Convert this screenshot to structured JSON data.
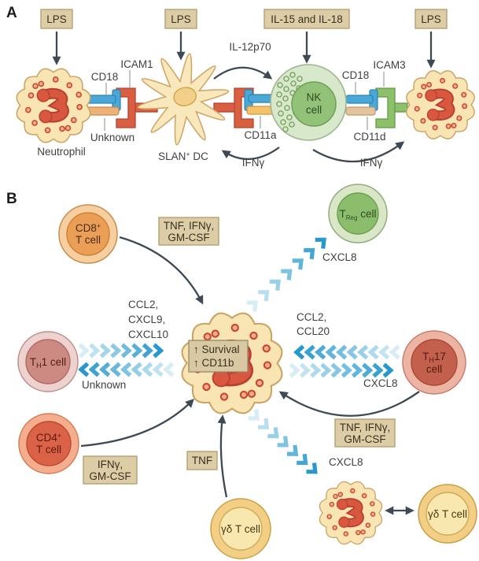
{
  "figure": {
    "panel_a_label": "A",
    "panel_b_label": "B"
  },
  "panelA": {
    "lps_left": "LPS",
    "lps_mid": "LPS",
    "il15_il18": "IL-15 and IL-18",
    "lps_right": "LPS",
    "neutrophil_label": "Neutrophil",
    "cd18_left": "CD18",
    "icam1": "ICAM1",
    "unknown": "Unknown",
    "slan_pre": "SLAN",
    "slan_sup": "+",
    "slan_post": " DC",
    "il12p70": "IL-12p70",
    "cd11a": "CD11a",
    "ifng_left": "IFNγ",
    "nk_line1": "NK",
    "nk_line2": "cell",
    "cd18_right": "CD18",
    "icam3": "ICAM3",
    "cd11d": "CD11d",
    "ifng_right": "IFNγ"
  },
  "panelB": {
    "cd8_pre": "CD8",
    "cd8_sup": "+",
    "cd8_line2": "T cell",
    "cd8_box_line1": "TNF, IFNγ,",
    "cd8_box_line2": "GM-CSF",
    "treg_pre": "T",
    "treg_sub": "Reg",
    "treg_post": " cell",
    "cxcl8_treg": "CXCL8",
    "ccl2": "CCL2,",
    "cxcl9": "CXCL9,",
    "cxcl10": "CXCL10",
    "th1_pre": "T",
    "th1_sub": "H",
    "th1_post": "1 cell",
    "unknown": "Unknown",
    "survival_line1": "↑ Survival",
    "survival_line2": "↑ CD11b",
    "ccl2b": "CCL2,",
    "ccl20": "CCL20",
    "cxcl8_th17": "CXCL8",
    "th17_pre": "T",
    "th17_sub": "H",
    "th17_post": "17",
    "th17_line2": "cell",
    "th17_box_line1": "TNF, IFNγ,",
    "th17_box_line2": "GM-CSF",
    "cd4_pre": "CD4",
    "cd4_sup": "+",
    "cd4_line2": "T cell",
    "cd4_box_line1": "IFNγ,",
    "cd4_box_line2": "GM-CSF",
    "tnf": "TNF",
    "cxcl8_gd": "CXCL8",
    "gd_bottom_label": "γδ T cell",
    "gd_right_label": "γδ T cell"
  },
  "colors": {
    "chevron_light": "#d6edf6",
    "chevron_dark": "#2698cc",
    "arrow": "#3d4a54",
    "box_fill": "#ddcda7",
    "box_border": "#b3a172",
    "neutrophil_body": "#f9e4b3",
    "nucleus_red": "#d8573f",
    "nk_green": "#92c178",
    "treg_green": "#8cbd6c"
  }
}
